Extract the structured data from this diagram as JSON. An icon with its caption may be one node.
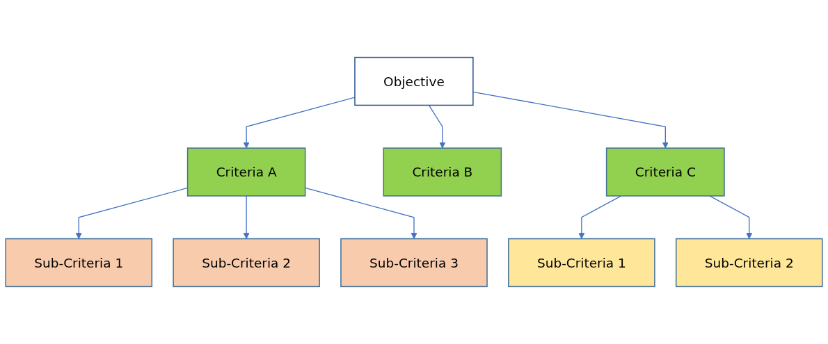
{
  "diagram": {
    "nodes": [
      {
        "text": [
          "Objective"
        ]
      },
      {
        "text": [
          "Criteria A"
        ]
      },
      {
        "text": [
          "Criteria B"
        ]
      },
      {
        "text": [
          "Criteria C"
        ]
      },
      {
        "text": [
          "Sub-Criteria 1"
        ]
      },
      {
        "text": [
          "Sub-Criteria 2"
        ]
      },
      {
        "text": [
          "Sub-Criteria 3"
        ]
      },
      {
        "text": [
          "Sub-Criteria 1"
        ]
      },
      {
        "text": [
          "Sub-Criteria 2"
        ]
      }
    ],
    "edges": [
      {
        "from": 0,
        "to": 1,
        "arrow": "to"
      },
      {
        "from": 0,
        "to": 2,
        "arrow": "to"
      },
      {
        "from": 0,
        "to": 3,
        "arrow": "to"
      },
      {
        "from": 1,
        "to": 4,
        "arrow": "to"
      },
      {
        "from": 1,
        "to": 5,
        "arrow": "to"
      },
      {
        "from": 1,
        "to": 6,
        "arrow": "to"
      },
      {
        "from": 3,
        "to": 7,
        "arrow": "to"
      },
      {
        "from": 3,
        "to": 8,
        "arrow": "to"
      }
    ]
  }
}
